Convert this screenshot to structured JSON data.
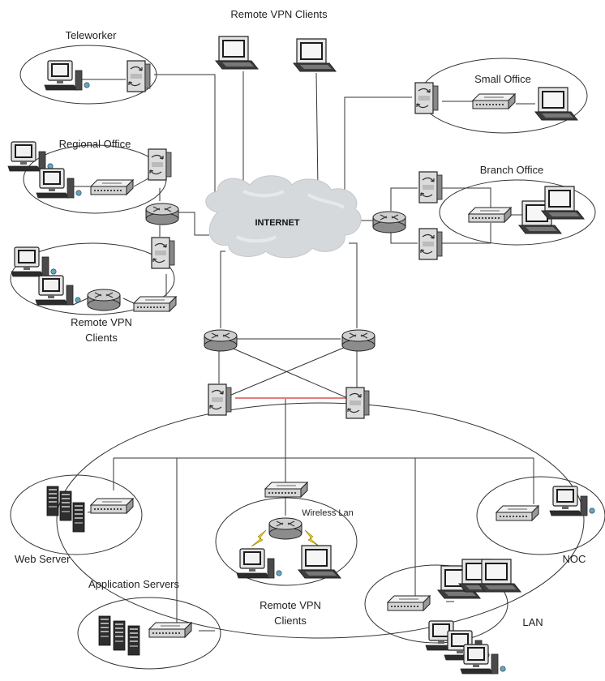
{
  "labels": {
    "remote_vpn_top": "Remote VPN Clients",
    "teleworker": "Teleworker",
    "small_office": "Small Office",
    "regional_office": "Regional Office",
    "branch_office": "Branch Office",
    "internet": "INTERNET",
    "remote_vpn_left_1": "Remote VPN",
    "remote_vpn_left_2": "Clients",
    "wireless_lan": "Wireless Lan",
    "web_server": "Web Server",
    "noc": "NOC",
    "application_servers": "Application Servers",
    "remote_vpn_bottom_1": "Remote VPN",
    "remote_vpn_bottom_2": "Clients",
    "lan": "LAN"
  },
  "colors": {
    "line": "#333333",
    "cloud": "#d6d9dc",
    "device_face": "#e2e2e2",
    "device_dark": "#5a5a5a",
    "screen": "#1c1c1c",
    "wireless_bolt": "#f2d11a",
    "redundant_link": "#cc3333"
  }
}
